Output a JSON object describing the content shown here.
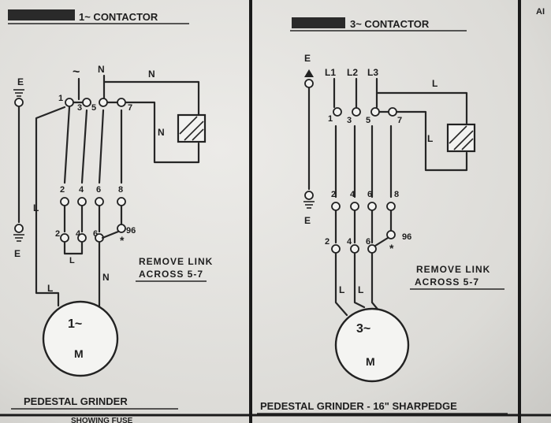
{
  "left": {
    "title": "1~ CONTACTOR",
    "supply_labels": {
      "earth": "E",
      "phase": "~",
      "neutral": "N"
    },
    "wire_labels": {
      "n_top": "N",
      "n_coil": "N",
      "l_left": "L",
      "n_motor": "N",
      "l_motor": "L"
    },
    "contacts_top": [
      "1",
      "3",
      "5",
      "7"
    ],
    "contacts_bottom": [
      "2",
      "4",
      "6",
      "8"
    ],
    "overload": [
      "2",
      "4",
      "6",
      "96"
    ],
    "overload_mark": "*",
    "earth_bottom": "E",
    "note_line1": "REMOVE LINK",
    "note_line2": "ACROSS 5-7",
    "motor_symbol": "1~",
    "motor_letter": "M",
    "footer": "PEDESTAL GRINDER"
  },
  "right": {
    "title": "3~ CONTACTOR",
    "supply_labels": {
      "earth": "E",
      "l1": "L1",
      "l2": "L2",
      "l3": "L3"
    },
    "wire_labels": {
      "l_top": "L",
      "l_coil": "L",
      "l_motor1": "L",
      "l_motor2": "L"
    },
    "contacts_top": [
      "1",
      "3",
      "5",
      "7"
    ],
    "contacts_bottom": [
      "2",
      "4",
      "6",
      "8"
    ],
    "overload": [
      "2",
      "4",
      "6",
      "96"
    ],
    "overload_mark": "*",
    "earth_bottom": "E",
    "note_line1": "REMOVE LINK",
    "note_line2": "ACROSS 5-7",
    "motor_symbol": "3~",
    "motor_letter": "M",
    "footer": "PEDESTAL GRINDER - 16\" SHARPEDGE"
  },
  "edge_fragment": "AI",
  "bottom_fragment": "SHOWING FUSE"
}
